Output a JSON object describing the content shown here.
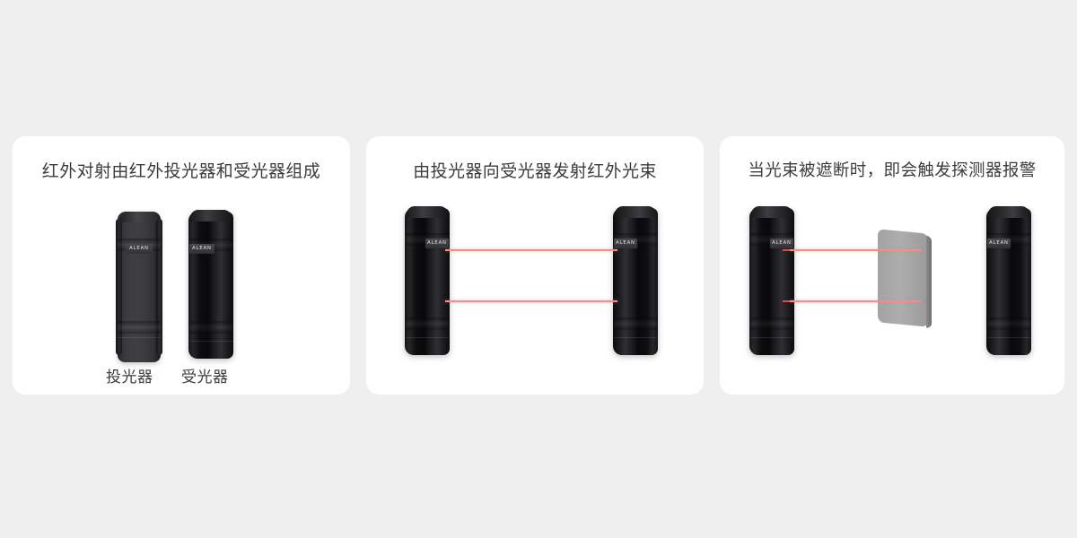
{
  "page": {
    "background_color": "#efefef",
    "card_background": "#ffffff",
    "title_color": "#3c3c3c",
    "beam_color": "#f28e8e",
    "blocker_color": "#a8a8a8",
    "device_brand": "ALEAN"
  },
  "panels": [
    {
      "id": "panel-composition",
      "title": "红外对射由红外投光器和受光器组成",
      "devices": [
        {
          "name": "emitter",
          "brand": "ALEAN",
          "label": "投光器"
        },
        {
          "name": "receiver",
          "brand": "ALEAN",
          "label": "受光器"
        }
      ],
      "beams": []
    },
    {
      "id": "panel-beam-transmit",
      "title": "由投光器向受光器发射红外光束",
      "devices": [
        {
          "name": "emitter",
          "brand": "ALEAN",
          "label": ""
        },
        {
          "name": "receiver",
          "brand": "ALEAN",
          "label": ""
        }
      ],
      "beams": [
        {
          "name": "upper-beam",
          "color": "#f28e8e",
          "blocked": false
        },
        {
          "name": "lower-beam",
          "color": "#f28e8e",
          "blocked": false
        }
      ]
    },
    {
      "id": "panel-beam-blocked",
      "title": "当光束被遮断时，即会触发探测器报警",
      "devices": [
        {
          "name": "emitter",
          "brand": "ALEAN",
          "label": ""
        },
        {
          "name": "receiver",
          "brand": "ALEAN",
          "label": ""
        }
      ],
      "beams": [
        {
          "name": "upper-beam",
          "color": "#f28e8e",
          "blocked": true
        },
        {
          "name": "lower-beam",
          "color": "#f28e8e",
          "blocked": true
        }
      ],
      "obstruction": {
        "name": "blocking-panel",
        "color": "#a8a8a8"
      }
    }
  ]
}
